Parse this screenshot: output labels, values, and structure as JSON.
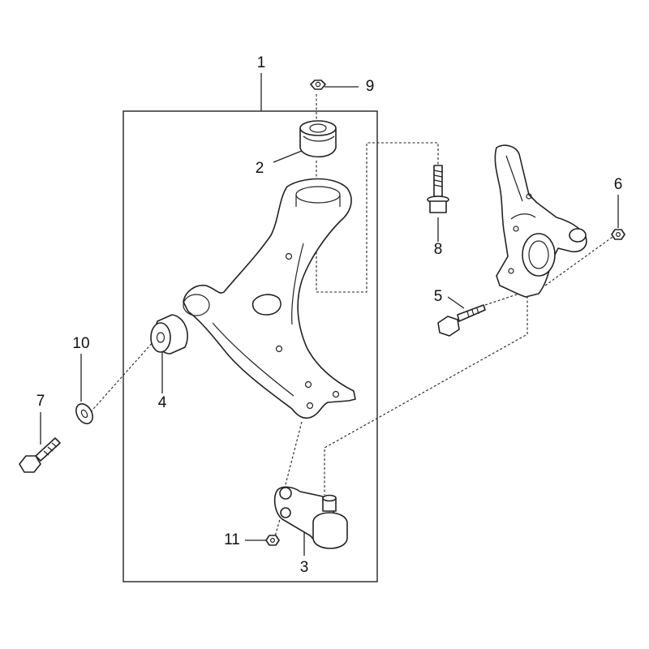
{
  "callouts": [
    {
      "id": "1",
      "label": "1"
    },
    {
      "id": "2",
      "label": "2"
    },
    {
      "id": "3",
      "label": "3"
    },
    {
      "id": "4",
      "label": "4"
    },
    {
      "id": "5",
      "label": "5"
    },
    {
      "id": "6",
      "label": "6"
    },
    {
      "id": "7",
      "label": "7"
    },
    {
      "id": "8",
      "label": "8"
    },
    {
      "id": "9",
      "label": "9"
    },
    {
      "id": "10",
      "label": "10"
    },
    {
      "id": "11",
      "label": "11"
    }
  ],
  "parts": [
    {
      "callout": "1",
      "icon": "lower-control-arm-assembly-frame"
    },
    {
      "callout": "2",
      "icon": "rear-bushing-icon"
    },
    {
      "callout": "3",
      "icon": "ball-joint-icon"
    },
    {
      "callout": "4",
      "icon": "front-bushing-icon"
    },
    {
      "callout": "5",
      "icon": "bolt-icon"
    },
    {
      "callout": "6",
      "icon": "nut-icon"
    },
    {
      "callout": "7",
      "icon": "bolt-icon"
    },
    {
      "callout": "8",
      "icon": "bolt-icon"
    },
    {
      "callout": "9",
      "icon": "nut-icon"
    },
    {
      "callout": "10",
      "icon": "washer-icon"
    },
    {
      "callout": "11",
      "icon": "nut-icon"
    }
  ],
  "colors": {
    "line": "#222222",
    "background": "#ffffff"
  }
}
